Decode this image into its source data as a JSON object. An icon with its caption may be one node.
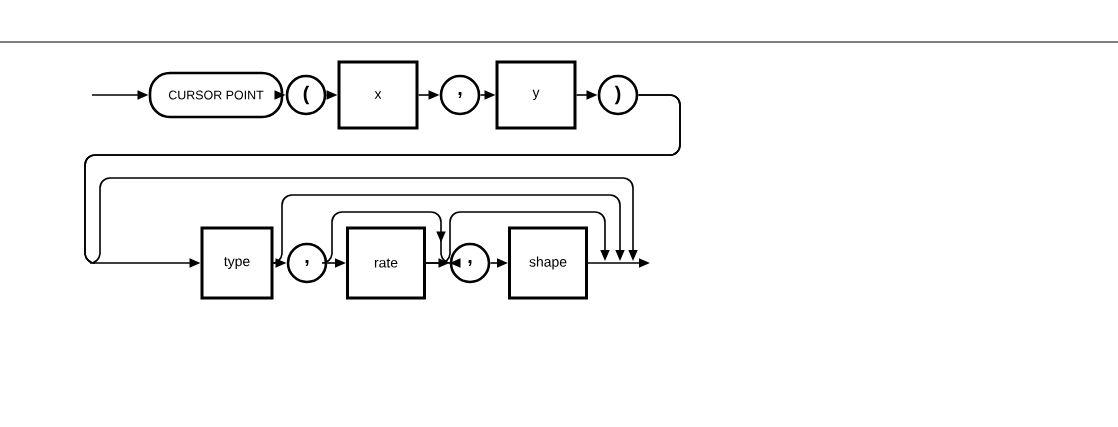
{
  "diagram": {
    "nodes": [
      {
        "text": [
          "CURSOR POINT"
        ]
      },
      {
        "text": [
          "("
        ]
      },
      {
        "text": [
          "x"
        ]
      },
      {
        "text": [
          ","
        ]
      },
      {
        "text": [
          "y"
        ]
      },
      {
        "text": [
          ")"
        ]
      },
      {
        "text": [
          "type"
        ]
      },
      {
        "text": [
          ","
        ]
      },
      {
        "text": [
          "rate"
        ]
      },
      {
        "text": [
          ","
        ]
      },
      {
        "text": [
          "shape"
        ]
      }
    ],
    "edges": [
      {
        "from": null,
        "to": 0,
        "arrow": "to"
      },
      {
        "from": 0,
        "to": 1,
        "arrow": "to"
      },
      {
        "from": 1,
        "to": 2,
        "arrow": "to"
      },
      {
        "from": 2,
        "to": 3,
        "arrow": "to"
      },
      {
        "from": 3,
        "to": 4,
        "arrow": "to"
      },
      {
        "from": 4,
        "to": 5,
        "arrow": "to"
      },
      {
        "from": 5,
        "to": 6,
        "arrow": "to"
      },
      {
        "from": 5,
        "to": null,
        "arrow": "to"
      },
      {
        "from": 6,
        "to": 7,
        "arrow": "to"
      },
      {
        "from": 6,
        "to": null,
        "arrow": "to"
      },
      {
        "from": 7,
        "to": 8,
        "arrow": "to"
      },
      {
        "from": 7,
        "to": 9,
        "arrow": "to"
      },
      {
        "from": 8,
        "to": 9,
        "arrow": "to"
      },
      {
        "from": 8,
        "to": null,
        "arrow": "to"
      },
      {
        "from": 9,
        "to": 10,
        "arrow": "to"
      },
      {
        "from": 10,
        "to": null,
        "arrow": "to"
      }
    ]
  }
}
